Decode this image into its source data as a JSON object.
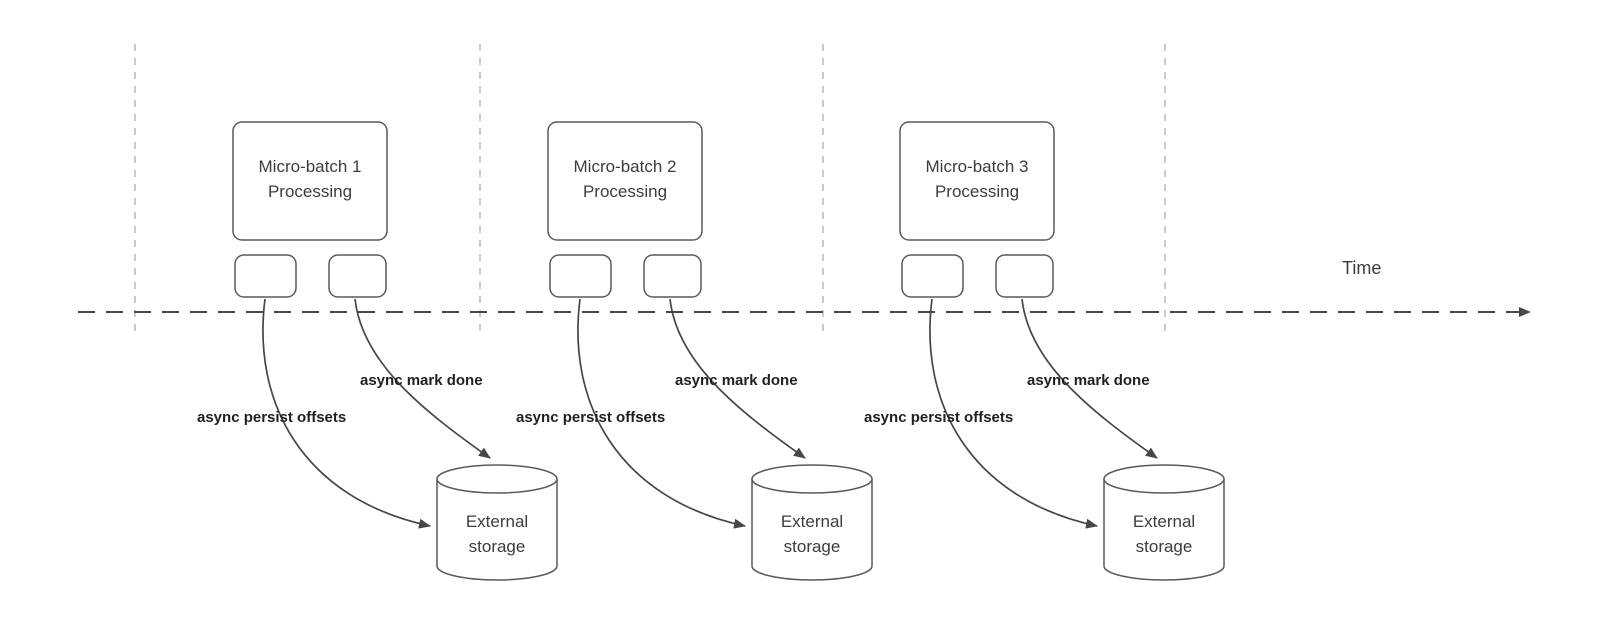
{
  "diagram": {
    "time_label": "Time",
    "groups": [
      {
        "batch_title": "Micro-batch 1",
        "batch_subtitle": "Processing",
        "persist_label": "async persist offsets",
        "mark_done_label": "async mark done",
        "storage_title": "External",
        "storage_subtitle": "storage"
      },
      {
        "batch_title": "Micro-batch 2",
        "batch_subtitle": "Processing",
        "persist_label": "async persist offsets",
        "mark_done_label": "async mark done",
        "storage_title": "External",
        "storage_subtitle": "storage"
      },
      {
        "batch_title": "Micro-batch 3",
        "batch_subtitle": "Processing",
        "persist_label": "async persist offsets",
        "mark_done_label": "async mark done",
        "storage_title": "External",
        "storage_subtitle": "storage"
      }
    ],
    "colors": {
      "line": "#474747",
      "guide": "#b8b8b8",
      "box_border": "#595959",
      "text": "#3d3d3d",
      "label_text": "#1f1f1f",
      "background": "#ffffff"
    }
  }
}
